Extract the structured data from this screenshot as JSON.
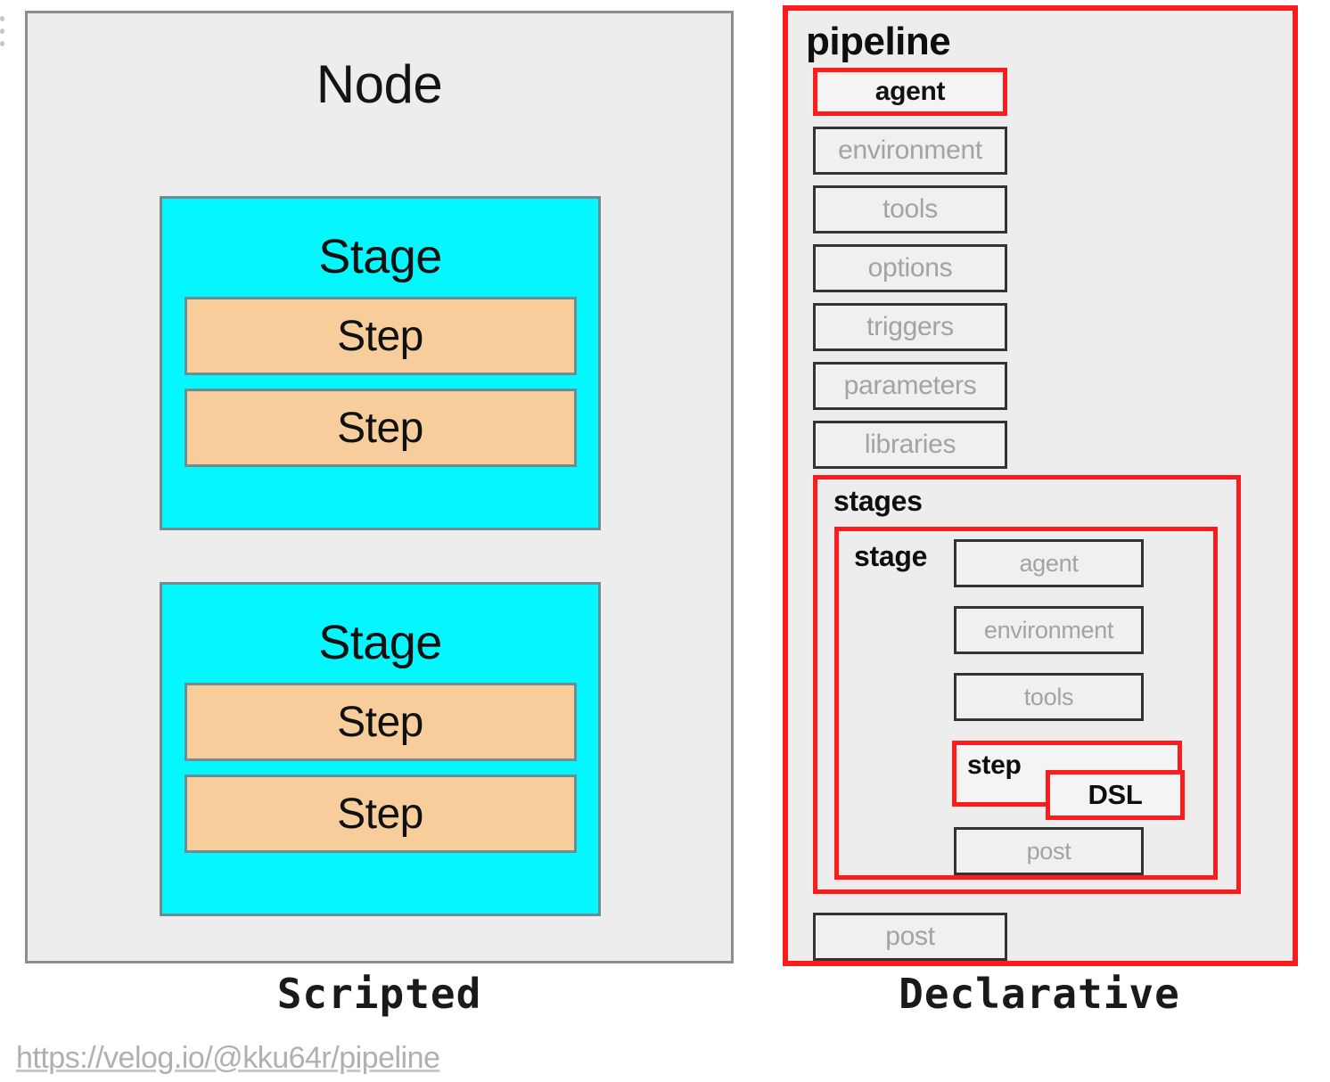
{
  "colors": {
    "red_accent": "#fb1d1d",
    "cyan_stage": "#04f7ff",
    "orange_step": "#f8cd9c",
    "panel_bg": "#ededed",
    "muted_text": "#a3a3a3",
    "box_border_dark": "#333333",
    "panel_border_gray": "#8d8d8d"
  },
  "scripted": {
    "title": "Node",
    "caption": "Scripted",
    "stages": [
      {
        "label": "Stage",
        "steps": [
          "Step",
          "Step"
        ]
      },
      {
        "label": "Stage",
        "steps": [
          "Step",
          "Step"
        ]
      }
    ]
  },
  "declarative": {
    "title": "pipeline",
    "caption": "Declarative",
    "directives": [
      {
        "label": "agent",
        "highlighted": true
      },
      {
        "label": "environment",
        "highlighted": false
      },
      {
        "label": "tools",
        "highlighted": false
      },
      {
        "label": "options",
        "highlighted": false
      },
      {
        "label": "triggers",
        "highlighted": false
      },
      {
        "label": "parameters",
        "highlighted": false
      },
      {
        "label": "libraries",
        "highlighted": false
      }
    ],
    "stages": {
      "label": "stages",
      "stage": {
        "label": "stage",
        "sub_directives": [
          "agent",
          "environment",
          "tools"
        ],
        "step": {
          "label": "step",
          "dsl": "DSL"
        },
        "post": "post"
      }
    },
    "post": "post"
  },
  "source": {
    "url": "https://velog.io/@kku64r/pipeline"
  }
}
